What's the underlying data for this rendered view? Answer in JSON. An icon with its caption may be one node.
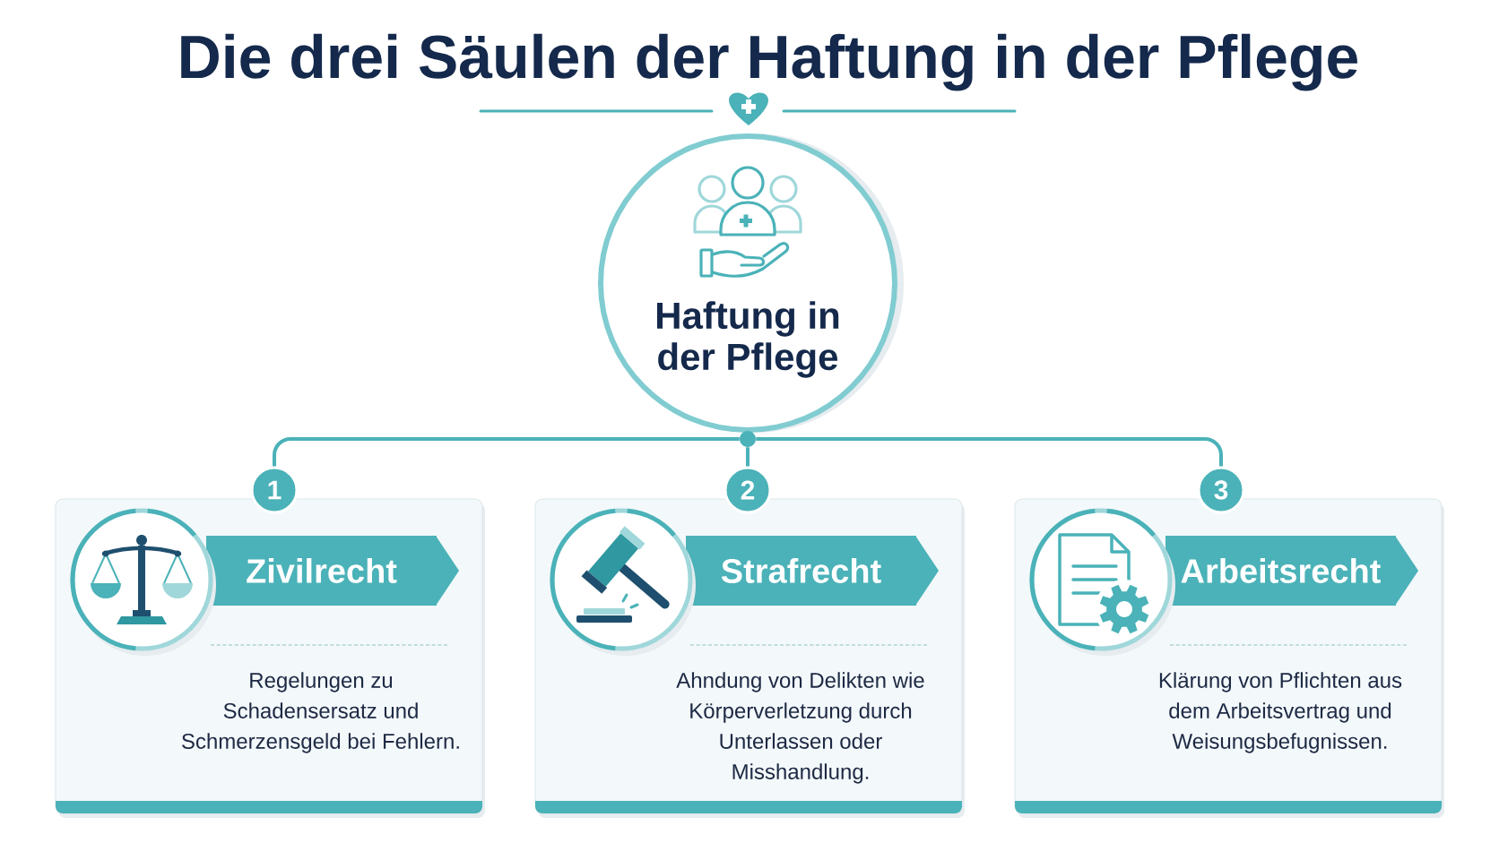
{
  "diagram": {
    "title": "Die drei Säulen der Haftung in der Pflege",
    "nodes": [
      {
        "text": [
          "Haftung in der Pflege"
        ]
      },
      {
        "text": [],
        "shape": "circle"
      },
      {
        "text": [
          "1"
        ]
      },
      {
        "text": [
          "Regelungen zu Schadensersatz und Schmerzensgeld bei Fehlern."
        ]
      },
      {
        "text": [
          "Zivilrecht"
        ],
        "in": 3
      },
      {
        "text": [
          "2"
        ]
      },
      {
        "text": [
          "Ahndung von Delikten wie Körperverletzung durch Unterlassen oder Misshandlung."
        ]
      },
      {
        "text": [
          "Strafrecht"
        ],
        "in": 6
      },
      {
        "text": [
          "3"
        ]
      },
      {
        "text": [
          "Klärung von Pflichten aus dem Arbeitsvertrag und Weisungsbefugnissen."
        ]
      },
      {
        "text": [
          "Arbeitsrecht"
        ],
        "in": 9
      }
    ],
    "edges": [
      {
        "from": 1,
        "to": 2,
        "arrow": "none"
      },
      {
        "from": 1,
        "to": 5,
        "arrow": "none"
      },
      {
        "from": 1,
        "to": 8,
        "arrow": "none"
      }
    ]
  }
}
